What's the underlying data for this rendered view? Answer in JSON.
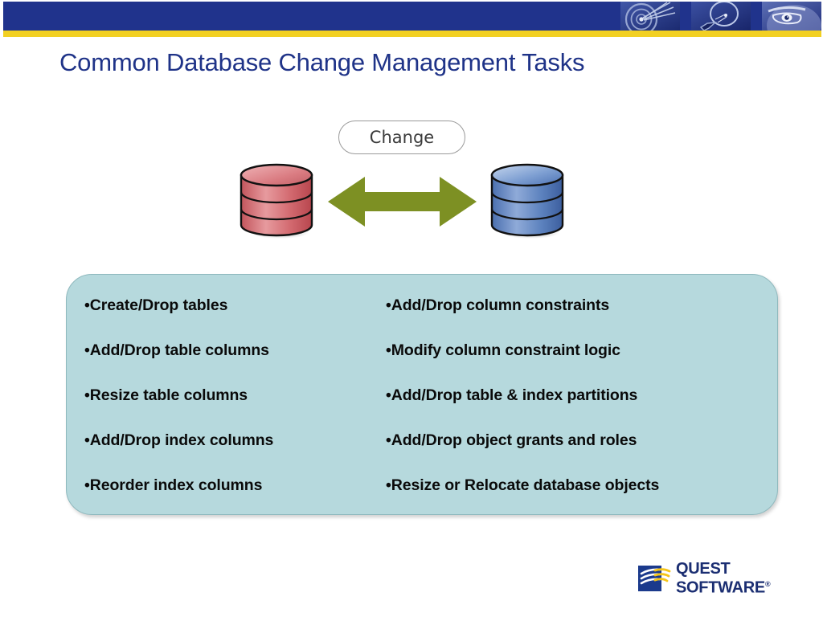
{
  "theme": {
    "banner_blue": "#20338C",
    "banner_yellow": "#F2D022",
    "title_blue": "#1F3388",
    "panel_fill": "#B6D9DD",
    "panel_border": "#8FB9BE",
    "arrow_green": "#7D9023",
    "db_red": "#D4646A",
    "db_blue": "#5B82C0",
    "logo_navy": "#1B2E72",
    "logo_yellow": "#F5C518"
  },
  "header": {
    "panels": [
      {
        "name": "disc-burst-image"
      },
      {
        "name": "lightbulb-image"
      },
      {
        "name": "eye-glasses-image"
      }
    ]
  },
  "title": "Common Database Change Management Tasks",
  "diagram": {
    "change_label": "Change",
    "source_db": {
      "name": "source-database-cylinder",
      "color": "#D4646A"
    },
    "target_db": {
      "name": "target-database-cylinder",
      "color": "#5B82C0"
    },
    "arrow": {
      "name": "bidirectional-arrow",
      "color": "#7D9023"
    }
  },
  "tasks": {
    "bullet_char": "•",
    "left_column": [
      "Create/Drop tables",
      "Add/Drop table columns",
      "Resize table columns",
      "Add/Drop index columns",
      "Reorder index columns"
    ],
    "right_column": [
      "Add/Drop column constraints",
      "Modify column constraint logic",
      "Add/Drop table & index partitions",
      "Add/Drop object grants and roles",
      "Resize or Relocate database objects"
    ]
  },
  "footer": {
    "logo_line1": "QUEST",
    "logo_line2": "SOFTWARE",
    "logo_registered": "®"
  }
}
